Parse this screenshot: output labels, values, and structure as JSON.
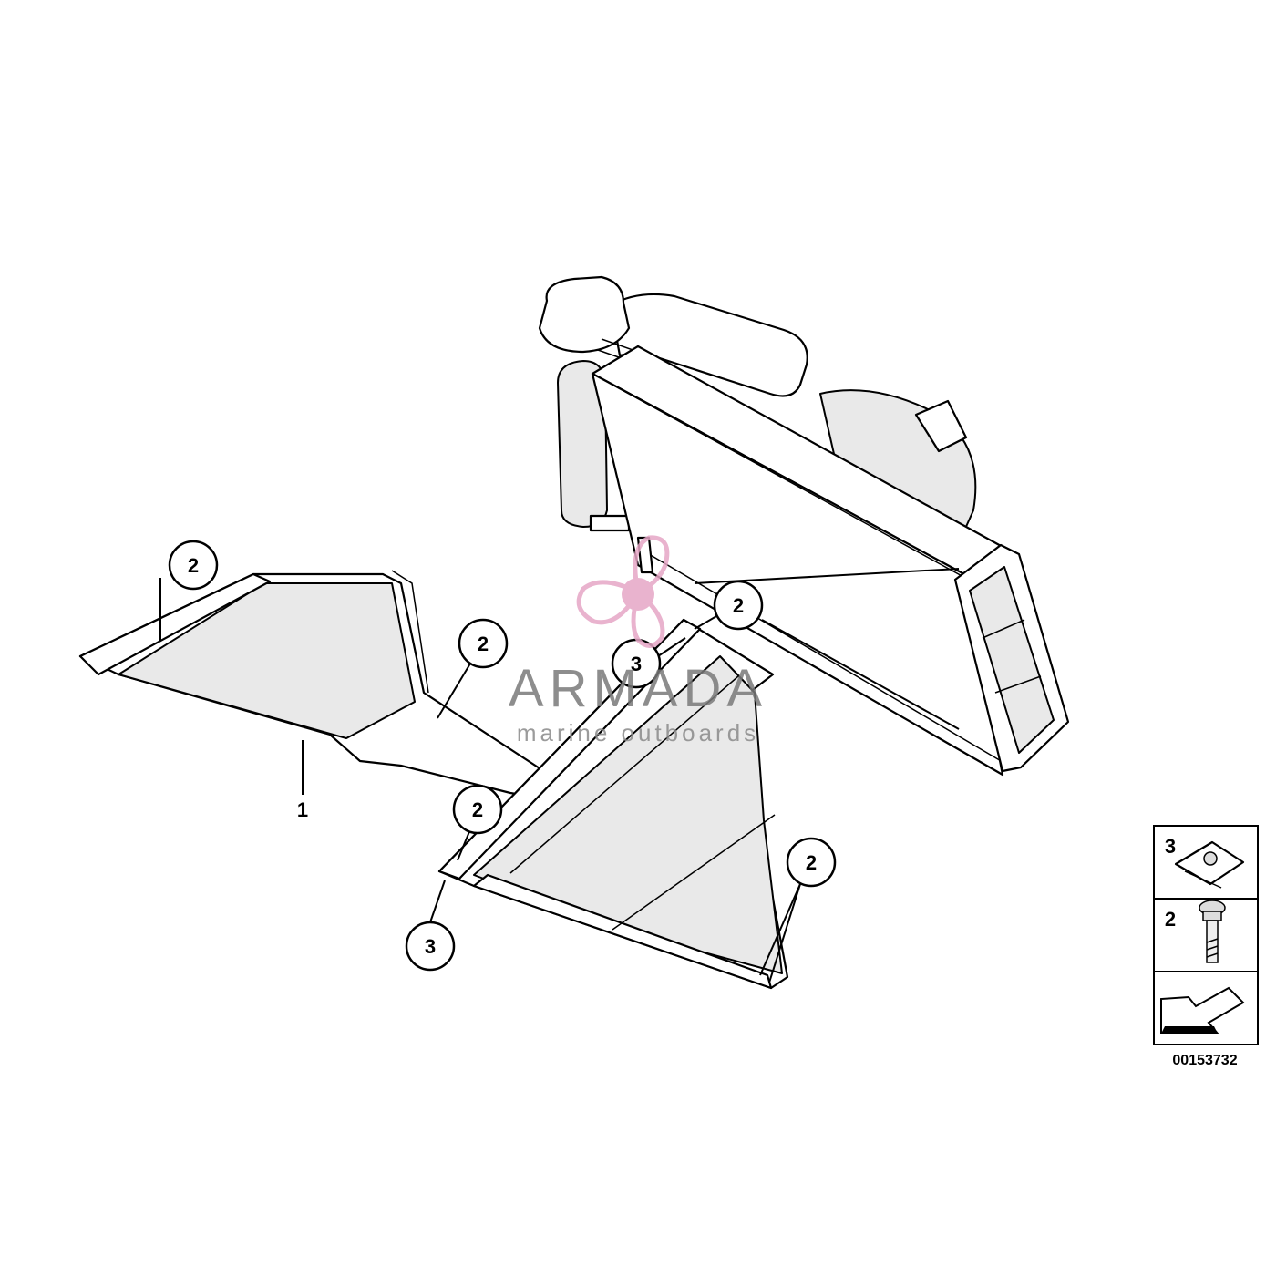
{
  "diagram": {
    "callouts": [
      {
        "id": "c1",
        "label": "1"
      },
      {
        "id": "c2a",
        "label": "2"
      },
      {
        "id": "c2b",
        "label": "2"
      },
      {
        "id": "c2c",
        "label": "2"
      },
      {
        "id": "c2d",
        "label": "2"
      },
      {
        "id": "c2e",
        "label": "2"
      },
      {
        "id": "c3a",
        "label": "3"
      },
      {
        "id": "c3b",
        "label": "3"
      }
    ],
    "legend": {
      "items": [
        {
          "label": "3",
          "icon": "clip-nut-icon"
        },
        {
          "label": "2",
          "icon": "bolt-icon"
        },
        {
          "label": "",
          "icon": "arrow-icon"
        }
      ],
      "diagram_number": "00153732"
    }
  },
  "watermark": {
    "brand": "ARMADA",
    "tagline": "marine outboards",
    "logo_icon": "propeller-icon",
    "logo_color": "#e6a6c6"
  }
}
